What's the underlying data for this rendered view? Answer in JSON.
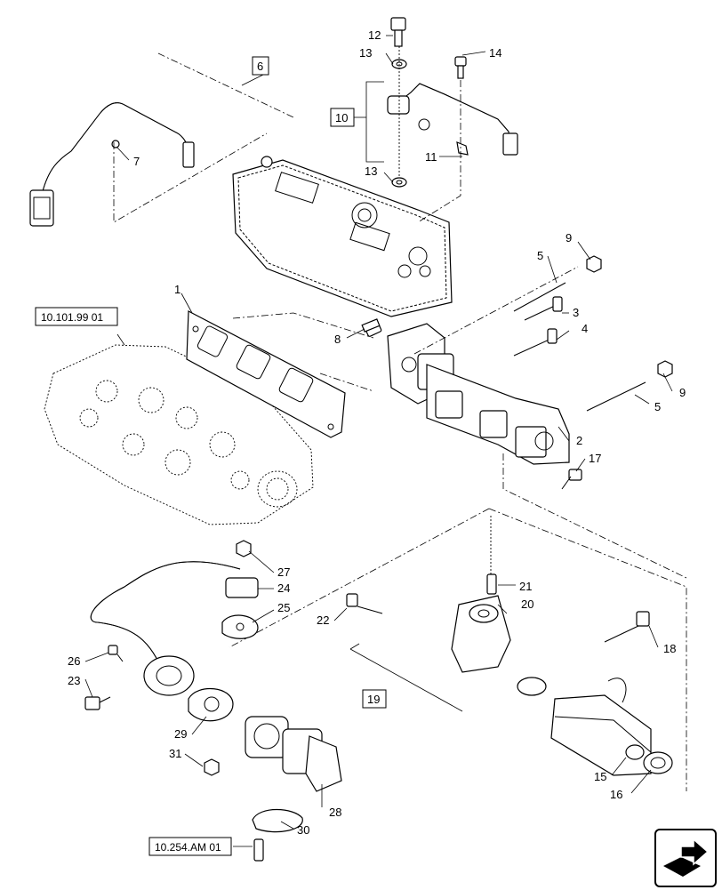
{
  "callouts": {
    "c1": "1",
    "c2": "2",
    "c3": "3",
    "c4": "4",
    "c5a": "5",
    "c5b": "5",
    "c7": "7",
    "c8": "8",
    "c9a": "9",
    "c9b": "9",
    "c11": "11",
    "c12": "12",
    "c13a": "13",
    "c13b": "13",
    "c14": "14",
    "c15": "15",
    "c16": "16",
    "c17": "17",
    "c18": "18",
    "c20": "20",
    "c21": "21",
    "c22": "22",
    "c23": "23",
    "c24": "24",
    "c25": "25",
    "c26": "26",
    "c27": "27",
    "c28": "28",
    "c29": "29",
    "c30": "30",
    "c31": "31"
  },
  "boxed": {
    "b6": "6",
    "b10": "10",
    "b19": "19"
  },
  "references": {
    "head": "10.101.99 01",
    "valve": "10.254.AM 01"
  },
  "nav": {
    "icon": "next-page-arrow-icon"
  }
}
